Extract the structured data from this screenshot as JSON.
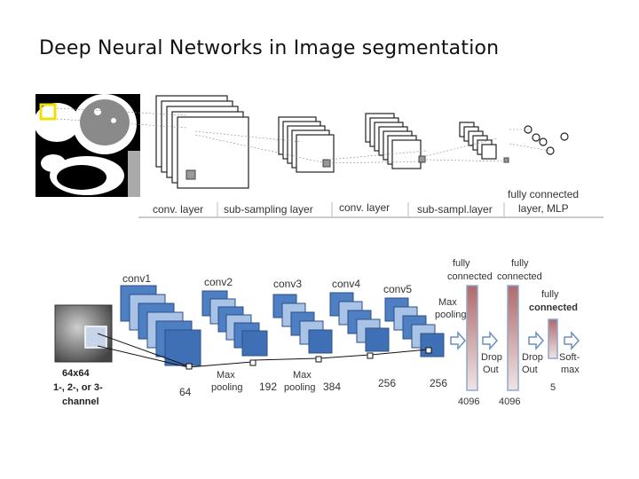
{
  "title": "Deep Neural Networks in Image segmentation",
  "figure1": {
    "labels": {
      "conv1": "conv. layer",
      "sub1": "sub-sampling layer",
      "conv2": "conv. layer",
      "sub2": "sub-sampl.layer",
      "fc_line1": "fully connected",
      "fc_line2": "layer, MLP"
    }
  },
  "figure2": {
    "stage_names": [
      "conv1",
      "conv2",
      "conv3",
      "conv4",
      "conv5"
    ],
    "input": {
      "size": "64x64",
      "line2": "1-, 2-, or 3-",
      "line3": "channel"
    },
    "feature_counts": [
      "64",
      "192",
      "384",
      "256",
      "256"
    ],
    "pool_labels": [
      {
        "line1": "Max",
        "line2": "pooling"
      },
      {
        "line1": "Max",
        "line2": "pooling"
      },
      {
        "line1": "Max",
        "line2": "pooling"
      }
    ],
    "fc": [
      {
        "line1": "fully",
        "line2": "connected",
        "units": "4096"
      },
      {
        "line1": "fully",
        "line2": "connected",
        "units": "4096"
      },
      {
        "line1": "fully",
        "line2": "connected",
        "units": "5"
      }
    ],
    "dropout": [
      {
        "line1": "Drop",
        "line2": "Out"
      },
      {
        "line1": "Drop",
        "line2": "Out"
      }
    ],
    "softmax": {
      "line1": "Soft-",
      "line2": "max"
    }
  },
  "colors": {
    "block_fill": "#4d7fc2",
    "block_light": "#a9c3e6",
    "fc_bar": "#c99090",
    "highlight_square": "#f0e000"
  }
}
